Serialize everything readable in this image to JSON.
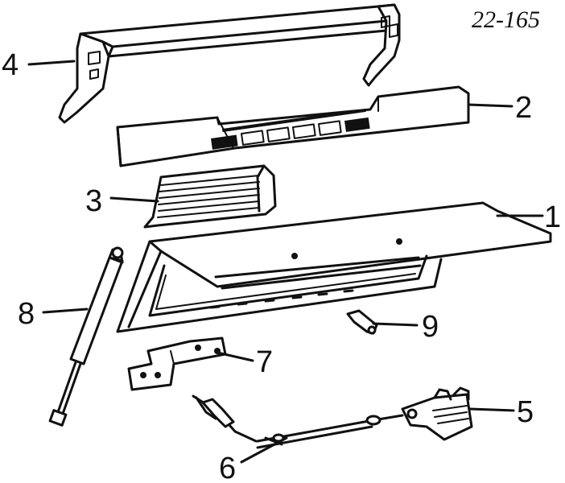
{
  "diagram": {
    "code": "22-165",
    "callouts": [
      {
        "id": "c4",
        "label": "4"
      },
      {
        "id": "c2",
        "label": "2"
      },
      {
        "id": "c3",
        "label": "3"
      },
      {
        "id": "c1",
        "label": "1"
      },
      {
        "id": "c8",
        "label": "8"
      },
      {
        "id": "c9",
        "label": "9"
      },
      {
        "id": "c7",
        "label": "7"
      },
      {
        "id": "c5",
        "label": "5"
      },
      {
        "id": "c6",
        "label": "6"
      }
    ]
  }
}
